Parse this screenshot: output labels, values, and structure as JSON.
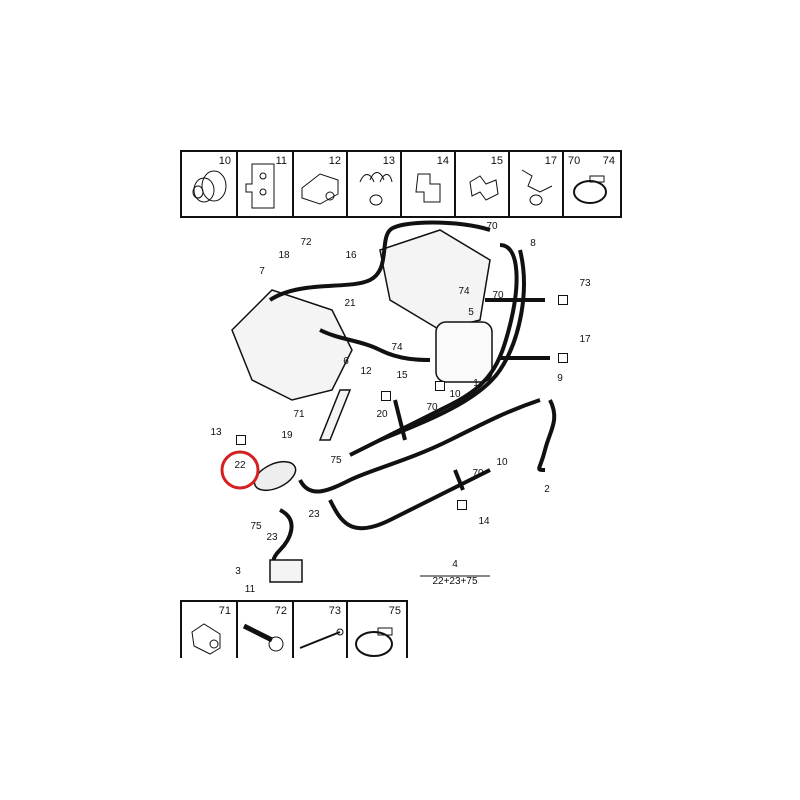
{
  "top_strip": [
    "10",
    "11",
    "12",
    "13",
    "14",
    "15",
    "17",
    "70",
    "74"
  ],
  "bottom_strip": [
    "71",
    "72",
    "73",
    "75"
  ],
  "callouts": [
    "72",
    "16",
    "18",
    "7",
    "21",
    "70",
    "8",
    "74",
    "70",
    "5",
    "73",
    "17",
    "74",
    "6",
    "12",
    "15",
    "1",
    "9",
    "10",
    "70",
    "71",
    "20",
    "13",
    "19",
    "75",
    "22",
    "70",
    "10",
    "2",
    "23",
    "75",
    "14",
    "23",
    "3",
    "11",
    "4",
    "22+23+75"
  ],
  "highlight_color": "#d32020"
}
